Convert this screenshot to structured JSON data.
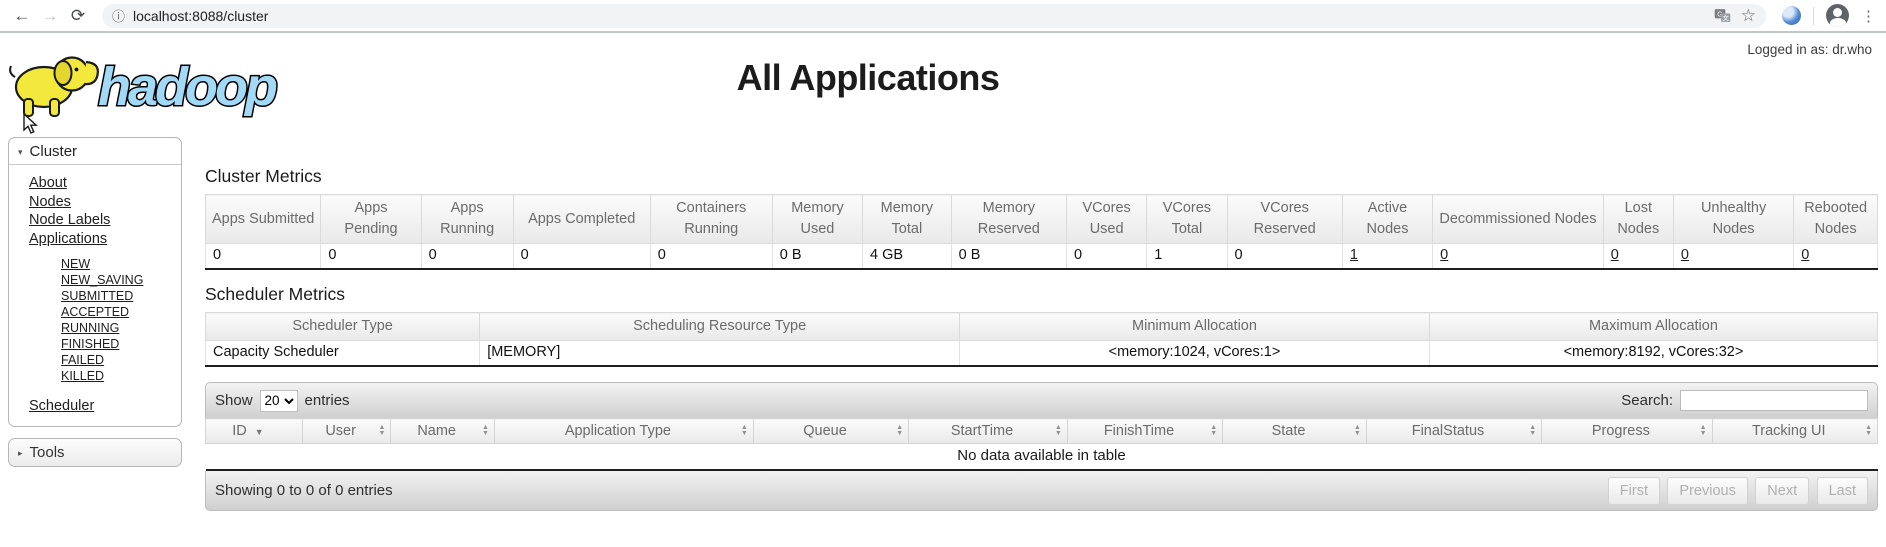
{
  "browser": {
    "url": "localhost:8088/cluster"
  },
  "page": {
    "logged_in": "Logged in as: dr.who",
    "title": "All Applications",
    "logo_text": "hadoop"
  },
  "sidebar": {
    "cluster_title": "Cluster",
    "items": [
      "About",
      "Nodes",
      "Node Labels",
      "Applications"
    ],
    "app_states": [
      "NEW",
      "NEW_SAVING",
      "SUBMITTED",
      "ACCEPTED",
      "RUNNING",
      "FINISHED",
      "FAILED",
      "KILLED"
    ],
    "scheduler": "Scheduler",
    "tools_title": "Tools"
  },
  "cluster_metrics": {
    "title": "Cluster Metrics",
    "columns": [
      "Apps Submitted",
      "Apps Pending",
      "Apps Running",
      "Apps Completed",
      "Containers Running",
      "Memory Used",
      "Memory Total",
      "Memory Reserved",
      "VCores Used",
      "VCores Total",
      "VCores Reserved",
      "Active Nodes",
      "Decommissioned Nodes",
      "Lost Nodes",
      "Unhealthy Nodes",
      "Rebooted Nodes"
    ],
    "values": [
      "0",
      "0",
      "0",
      "0",
      "0",
      "0 B",
      "4 GB",
      "0 B",
      "0",
      "1",
      "0",
      "1",
      "0",
      "0",
      "0",
      "0"
    ]
  },
  "scheduler_metrics": {
    "title": "Scheduler Metrics",
    "columns": [
      "Scheduler Type",
      "Scheduling Resource Type",
      "Minimum Allocation",
      "Maximum Allocation"
    ],
    "row": [
      "Capacity Scheduler",
      "[MEMORY]",
      "<memory:1024, vCores:1>",
      "<memory:8192, vCores:32>"
    ]
  },
  "apps_table": {
    "show_label": "Show",
    "page_size": "20",
    "entries_label": "entries",
    "search_label": "Search:",
    "columns": [
      "ID",
      "User",
      "Name",
      "Application Type",
      "Queue",
      "StartTime",
      "FinishTime",
      "State",
      "FinalStatus",
      "Progress",
      "Tracking UI"
    ],
    "no_data": "No data available in table",
    "footer_info": "Showing 0 to 0 of 0 entries",
    "pagination": [
      "First",
      "Previous",
      "Next",
      "Last"
    ]
  }
}
